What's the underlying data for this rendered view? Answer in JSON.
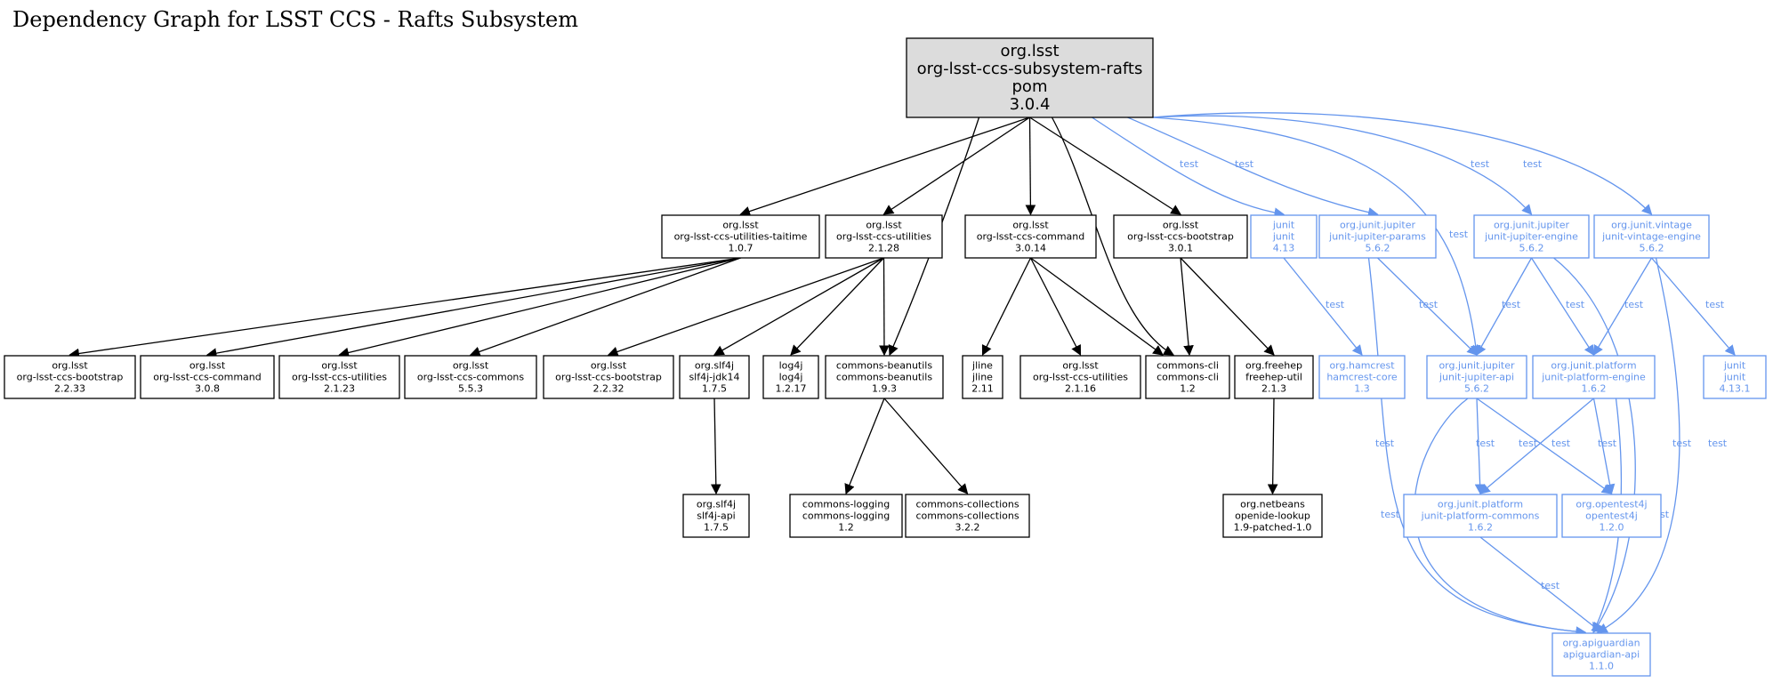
{
  "title": "Dependency Graph for LSST CCS - Rafts Subsystem",
  "colors": {
    "compile": "#000000",
    "test": "#6495ed",
    "root_fill": "#dcdcdc",
    "fill": "#ffffff"
  },
  "nodes": [
    {
      "id": "root",
      "lines": [
        "org.lsst",
        "org-lsst-ccs-subsystem-rafts",
        "pom",
        "3.0.4"
      ],
      "kind": "root"
    },
    {
      "id": "taitime",
      "lines": [
        "org.lsst",
        "org-lsst-ccs-utilities-taitime",
        "1.0.7"
      ],
      "kind": "compile"
    },
    {
      "id": "util2128",
      "lines": [
        "org.lsst",
        "org-lsst-ccs-utilities",
        "2.1.28"
      ],
      "kind": "compile"
    },
    {
      "id": "cmd3014",
      "lines": [
        "org.lsst",
        "org-lsst-ccs-command",
        "3.0.14"
      ],
      "kind": "compile"
    },
    {
      "id": "boot301",
      "lines": [
        "org.lsst",
        "org-lsst-ccs-bootstrap",
        "3.0.1"
      ],
      "kind": "compile"
    },
    {
      "id": "junit413",
      "lines": [
        "junit",
        "junit",
        "4.13"
      ],
      "kind": "test"
    },
    {
      "id": "params",
      "lines": [
        "org.junit.jupiter",
        "junit-jupiter-params",
        "5.6.2"
      ],
      "kind": "test"
    },
    {
      "id": "jengine",
      "lines": [
        "org.junit.jupiter",
        "junit-jupiter-engine",
        "5.6.2"
      ],
      "kind": "test"
    },
    {
      "id": "vengine",
      "lines": [
        "org.junit.vintage",
        "junit-vintage-engine",
        "5.6.2"
      ],
      "kind": "test"
    },
    {
      "id": "boot2233",
      "lines": [
        "org.lsst",
        "org-lsst-ccs-bootstrap",
        "2.2.33"
      ],
      "kind": "compile"
    },
    {
      "id": "cmd308",
      "lines": [
        "org.lsst",
        "org-lsst-ccs-command",
        "3.0.8"
      ],
      "kind": "compile"
    },
    {
      "id": "util2123",
      "lines": [
        "org.lsst",
        "org-lsst-ccs-utilities",
        "2.1.23"
      ],
      "kind": "compile"
    },
    {
      "id": "commons553",
      "lines": [
        "org.lsst",
        "org-lsst-ccs-commons",
        "5.5.3"
      ],
      "kind": "compile"
    },
    {
      "id": "boot2232",
      "lines": [
        "org.lsst",
        "org-lsst-ccs-bootstrap",
        "2.2.32"
      ],
      "kind": "compile"
    },
    {
      "id": "slf4jjdk",
      "lines": [
        "org.slf4j",
        "slf4j-jdk14",
        "1.7.5"
      ],
      "kind": "compile"
    },
    {
      "id": "log4j",
      "lines": [
        "log4j",
        "log4j",
        "1.2.17"
      ],
      "kind": "compile"
    },
    {
      "id": "beanutils",
      "lines": [
        "commons-beanutils",
        "commons-beanutils",
        "1.9.3"
      ],
      "kind": "compile"
    },
    {
      "id": "jline",
      "lines": [
        "jline",
        "jline",
        "2.11"
      ],
      "kind": "compile"
    },
    {
      "id": "util2116",
      "lines": [
        "org.lsst",
        "org-lsst-ccs-utilities",
        "2.1.16"
      ],
      "kind": "compile"
    },
    {
      "id": "cli",
      "lines": [
        "commons-cli",
        "commons-cli",
        "1.2"
      ],
      "kind": "compile"
    },
    {
      "id": "freehep",
      "lines": [
        "org.freehep",
        "freehep-util",
        "2.1.3"
      ],
      "kind": "compile"
    },
    {
      "id": "hamcrest",
      "lines": [
        "org.hamcrest",
        "hamcrest-core",
        "1.3"
      ],
      "kind": "test"
    },
    {
      "id": "japi",
      "lines": [
        "org.junit.jupiter",
        "junit-jupiter-api",
        "5.6.2"
      ],
      "kind": "test"
    },
    {
      "id": "pengine",
      "lines": [
        "org.junit.platform",
        "junit-platform-engine",
        "1.6.2"
      ],
      "kind": "test"
    },
    {
      "id": "junit4131",
      "lines": [
        "junit",
        "junit",
        "4.13.1"
      ],
      "kind": "test"
    },
    {
      "id": "slf4japi",
      "lines": [
        "org.slf4j",
        "slf4j-api",
        "1.7.5"
      ],
      "kind": "compile"
    },
    {
      "id": "logging",
      "lines": [
        "commons-logging",
        "commons-logging",
        "1.2"
      ],
      "kind": "compile"
    },
    {
      "id": "collections",
      "lines": [
        "commons-collections",
        "commons-collections",
        "3.2.2"
      ],
      "kind": "compile"
    },
    {
      "id": "openide",
      "lines": [
        "org.netbeans",
        "openide-lookup",
        "1.9-patched-1.0"
      ],
      "kind": "compile"
    },
    {
      "id": "pcommons",
      "lines": [
        "org.junit.platform",
        "junit-platform-commons",
        "1.6.2"
      ],
      "kind": "test"
    },
    {
      "id": "opentest",
      "lines": [
        "org.opentest4j",
        "opentest4j",
        "1.2.0"
      ],
      "kind": "test"
    },
    {
      "id": "apiguardian",
      "lines": [
        "org.apiguardian",
        "apiguardian-api",
        "1.1.0"
      ],
      "kind": "test"
    }
  ],
  "edges": [
    {
      "from": "root",
      "to": "taitime",
      "kind": "compile"
    },
    {
      "from": "root",
      "to": "util2128",
      "kind": "compile"
    },
    {
      "from": "root",
      "to": "beanutils",
      "kind": "compile"
    },
    {
      "from": "root",
      "to": "cmd3014",
      "kind": "compile"
    },
    {
      "from": "root",
      "to": "cli",
      "kind": "compile"
    },
    {
      "from": "root",
      "to": "boot301",
      "kind": "compile"
    },
    {
      "from": "root",
      "to": "junit413",
      "kind": "test",
      "label": "test"
    },
    {
      "from": "root",
      "to": "params",
      "kind": "test",
      "label": "test"
    },
    {
      "from": "root",
      "to": "japi",
      "kind": "test",
      "label": "test"
    },
    {
      "from": "root",
      "to": "jengine",
      "kind": "test",
      "label": "test"
    },
    {
      "from": "root",
      "to": "vengine",
      "kind": "test",
      "label": "test"
    },
    {
      "from": "taitime",
      "to": "boot2233",
      "kind": "compile"
    },
    {
      "from": "taitime",
      "to": "cmd308",
      "kind": "compile"
    },
    {
      "from": "taitime",
      "to": "util2123",
      "kind": "compile"
    },
    {
      "from": "taitime",
      "to": "commons553",
      "kind": "compile"
    },
    {
      "from": "util2128",
      "to": "boot2232",
      "kind": "compile"
    },
    {
      "from": "util2128",
      "to": "slf4jjdk",
      "kind": "compile"
    },
    {
      "from": "util2128",
      "to": "log4j",
      "kind": "compile"
    },
    {
      "from": "util2128",
      "to": "beanutils",
      "kind": "compile"
    },
    {
      "from": "cmd3014",
      "to": "jline",
      "kind": "compile"
    },
    {
      "from": "cmd3014",
      "to": "util2116",
      "kind": "compile"
    },
    {
      "from": "cmd3014",
      "to": "cli",
      "kind": "compile"
    },
    {
      "from": "boot301",
      "to": "cli",
      "kind": "compile"
    },
    {
      "from": "boot301",
      "to": "freehep",
      "kind": "compile"
    },
    {
      "from": "junit413",
      "to": "hamcrest",
      "kind": "test",
      "label": "test"
    },
    {
      "from": "params",
      "to": "japi",
      "kind": "test",
      "label": "test"
    },
    {
      "from": "params",
      "to": "apiguardian",
      "kind": "test",
      "label": "test"
    },
    {
      "from": "jengine",
      "to": "japi",
      "kind": "test",
      "label": "test"
    },
    {
      "from": "jengine",
      "to": "pengine",
      "kind": "test",
      "label": "test"
    },
    {
      "from": "jengine",
      "to": "apiguardian",
      "kind": "test",
      "label": "test"
    },
    {
      "from": "vengine",
      "to": "pengine",
      "kind": "test",
      "label": "test"
    },
    {
      "from": "vengine",
      "to": "junit4131",
      "kind": "test",
      "label": "test"
    },
    {
      "from": "vengine",
      "to": "apiguardian",
      "kind": "test",
      "label": "test"
    },
    {
      "from": "slf4jjdk",
      "to": "slf4japi",
      "kind": "compile"
    },
    {
      "from": "beanutils",
      "to": "logging",
      "kind": "compile"
    },
    {
      "from": "beanutils",
      "to": "collections",
      "kind": "compile"
    },
    {
      "from": "freehep",
      "to": "openide",
      "kind": "compile"
    },
    {
      "from": "japi",
      "to": "pcommons",
      "kind": "test",
      "label": "test"
    },
    {
      "from": "japi",
      "to": "opentest",
      "kind": "test",
      "label": "test"
    },
    {
      "from": "japi",
      "to": "apiguardian",
      "kind": "test",
      "label": "test"
    },
    {
      "from": "pengine",
      "to": "pcommons",
      "kind": "test",
      "label": "test"
    },
    {
      "from": "pengine",
      "to": "opentest",
      "kind": "test",
      "label": "test"
    },
    {
      "from": "pengine",
      "to": "apiguardian",
      "kind": "test",
      "label": "test"
    },
    {
      "from": "pcommons",
      "to": "apiguardian",
      "kind": "test",
      "label": "test"
    }
  ]
}
